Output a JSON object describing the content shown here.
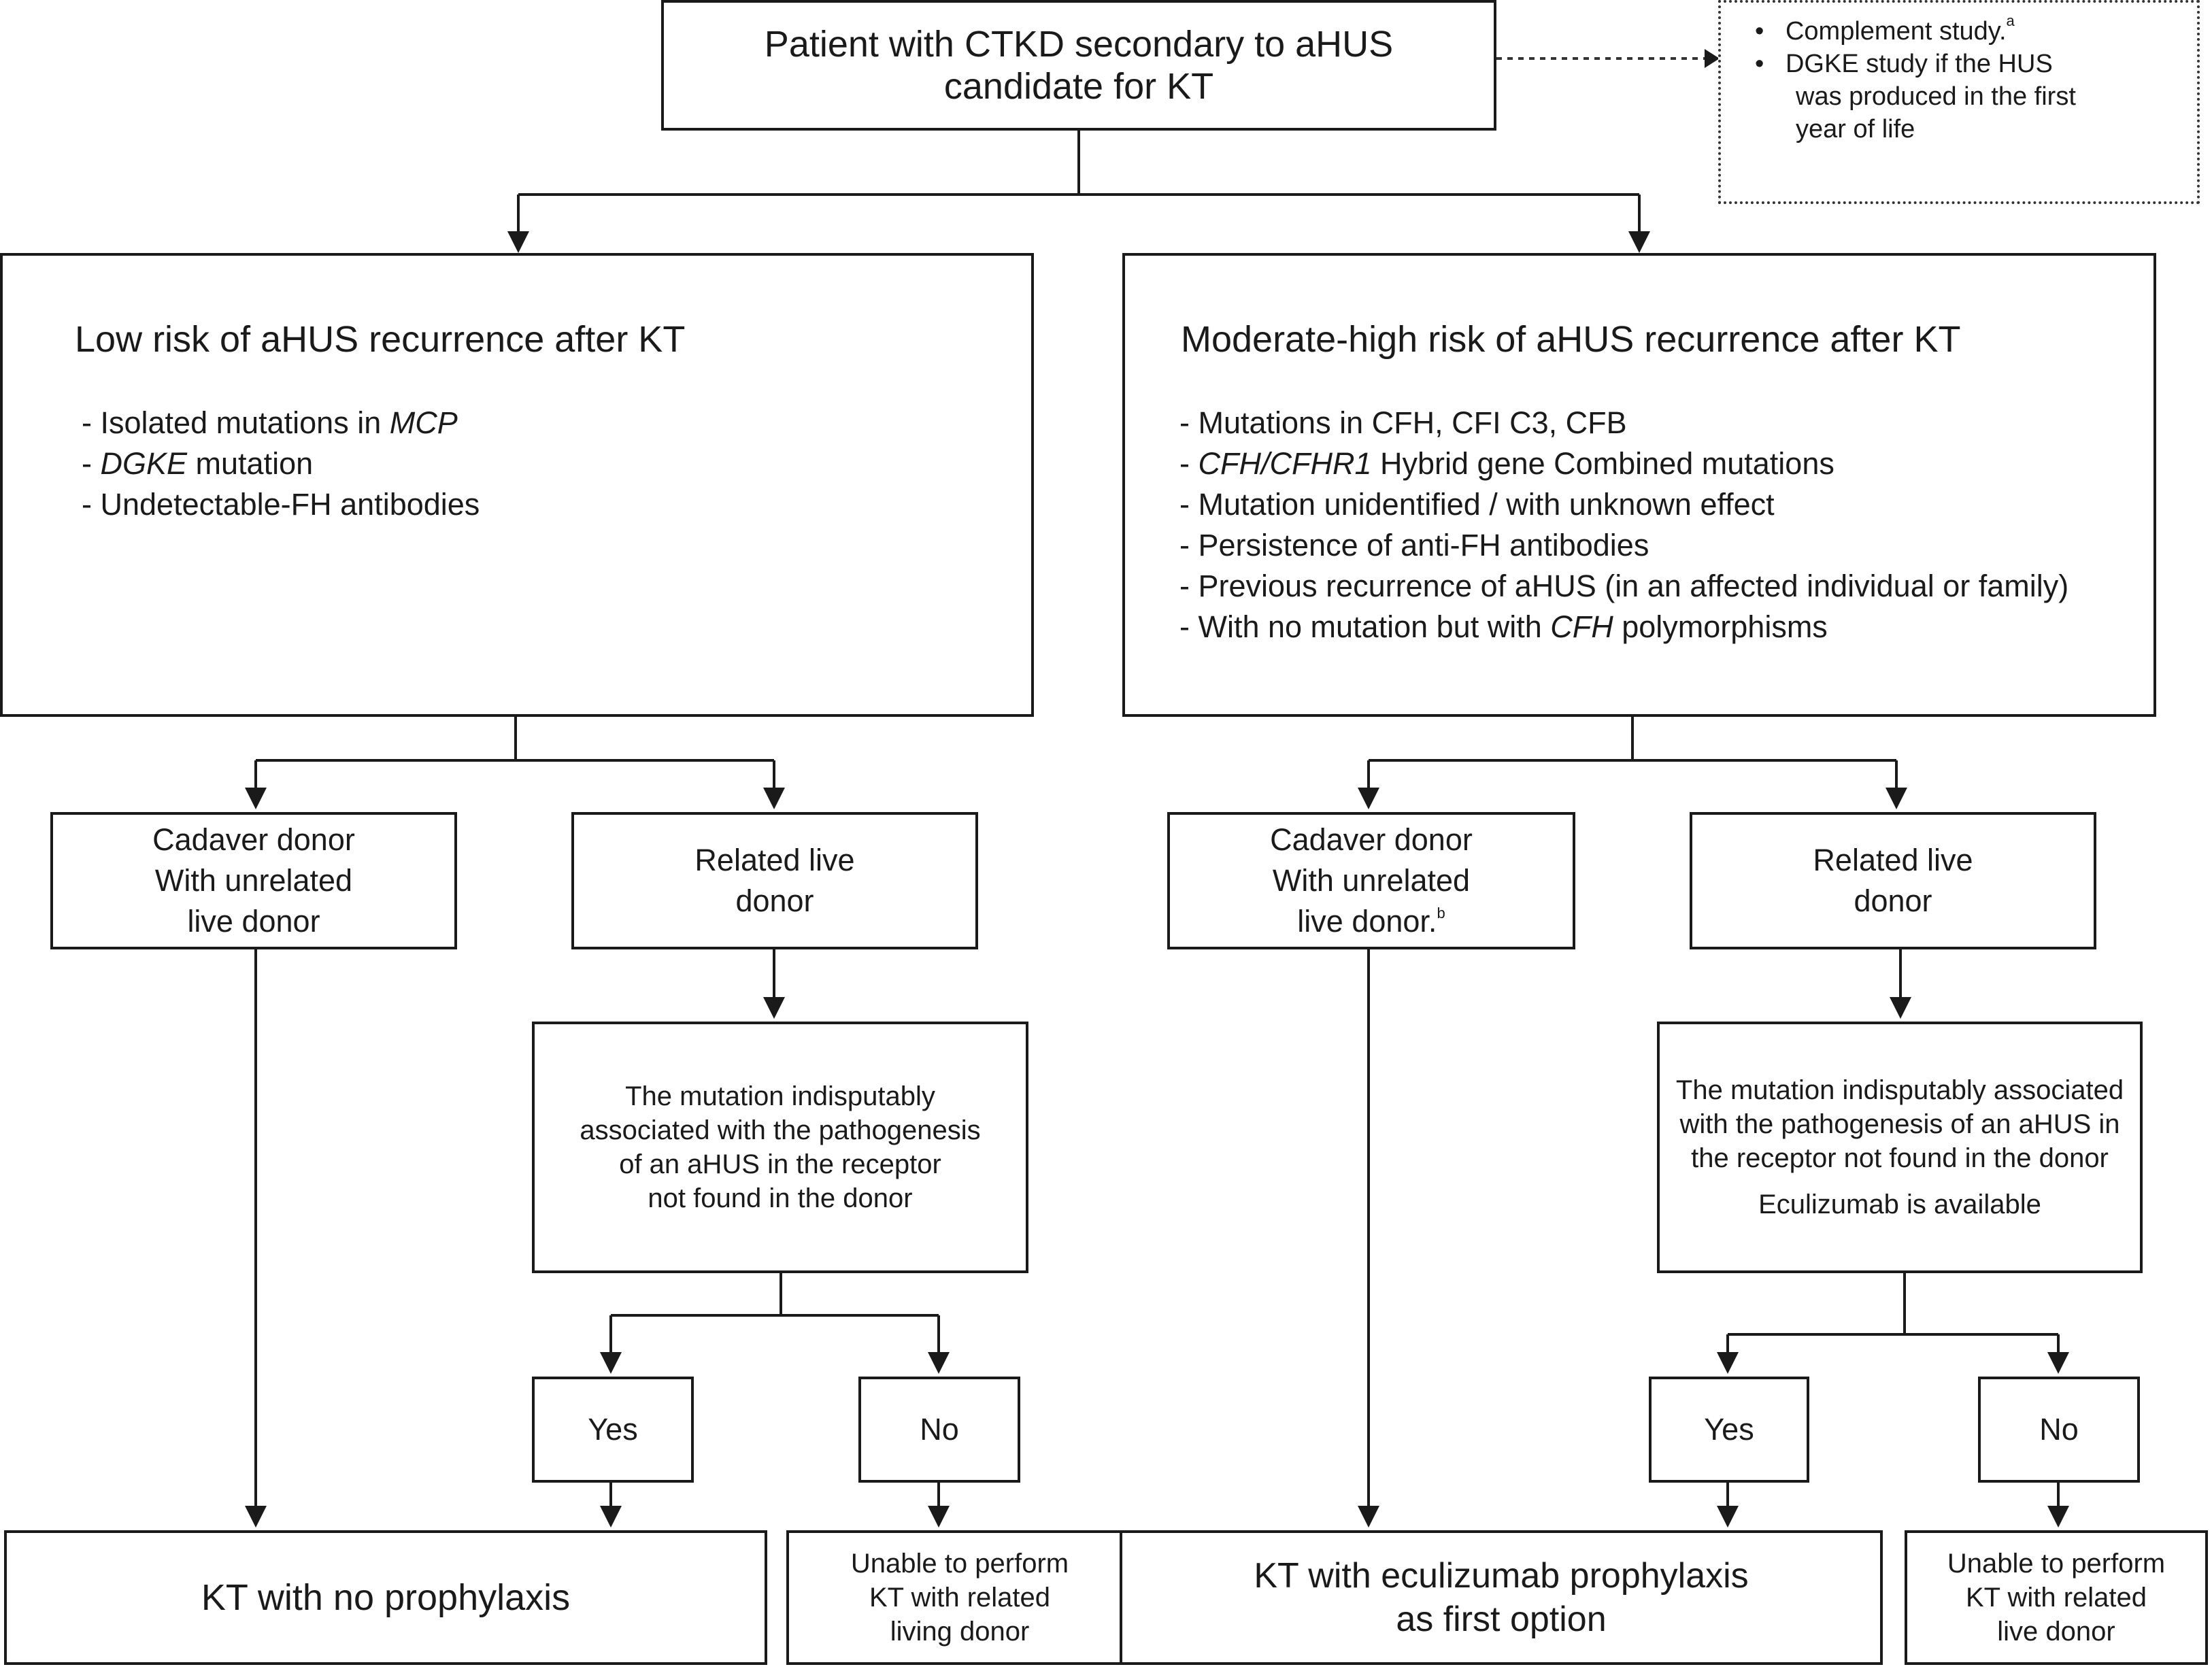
{
  "top": {
    "line1": "Patient with CTKD secondary to aHUS",
    "line2": "candidate for KT"
  },
  "side_note": {
    "item1": "Complement study.",
    "item1_sup": "a",
    "item2_l1": "DGKE study if the HUS",
    "item2_l2": "was produced in the first",
    "item2_l3": "year of life"
  },
  "low_risk": {
    "title": "Low risk of aHUS recurrence after KT",
    "items": [
      {
        "prefix": "- Isolated mutations in ",
        "em": "MCP",
        "suffix": ""
      },
      {
        "prefix": "- ",
        "em": "DGKE",
        "suffix": " mutation"
      },
      {
        "prefix": "- Undetectable-FH antibodies",
        "em": "",
        "suffix": ""
      }
    ]
  },
  "high_risk": {
    "title": "Moderate-high risk of aHUS recurrence after KT",
    "items": [
      {
        "prefix": "-  Mutations in CFH, CFI C3, CFB",
        "em": "",
        "suffix": ""
      },
      {
        "prefix": "-  ",
        "em": "CFH/CFHR1",
        "suffix": " Hybrid gene Combined mutations"
      },
      {
        "prefix": "-  Mutation unidentified /  with unknown effect",
        "em": "",
        "suffix": ""
      },
      {
        "prefix": "-  Persistence of anti-FH antibodies",
        "em": "",
        "suffix": ""
      },
      {
        "prefix": "-  Previous recurrence of aHUS (in an affected individual or family)",
        "em": "",
        "suffix": ""
      },
      {
        "prefix": "-  With no mutation but with ",
        "em": "CFH",
        "suffix": " polymorphisms"
      }
    ]
  },
  "left_branch": {
    "cadaver": {
      "l1": "Cadaver donor",
      "l2": "With unrelated",
      "l3": "live donor"
    },
    "related": {
      "l1": "Related live",
      "l2": "donor"
    },
    "question": {
      "l1": "The mutation indisputably",
      "l2": "associated with the pathogenesis",
      "l3": "of an aHUS in the receptor",
      "l4": "not found in the donor"
    },
    "yes": "Yes",
    "no": "No",
    "outcome_main": "KT with no prophylaxis",
    "outcome_no": {
      "l1": "Unable to perform",
      "l2": "KT with related",
      "l3": "living donor"
    }
  },
  "right_branch": {
    "cadaver": {
      "l1": "Cadaver donor",
      "l2": "With unrelated",
      "l3": "live donor.",
      "sup": "b"
    },
    "related": {
      "l1": "Related live",
      "l2": "donor"
    },
    "question": {
      "l1": "The mutation indisputably associated",
      "l2": "with the pathogenesis of an aHUS in",
      "l3": "the receptor not found in the donor",
      "l4": "Eculizumab is available"
    },
    "yes": "Yes",
    "no": "No",
    "outcome_main": {
      "l1": "KT with eculizumab prophylaxis",
      "l2": "as first option"
    },
    "outcome_no": {
      "l1": "Unable to perform",
      "l2": "KT with related",
      "l3": "live donor"
    }
  }
}
